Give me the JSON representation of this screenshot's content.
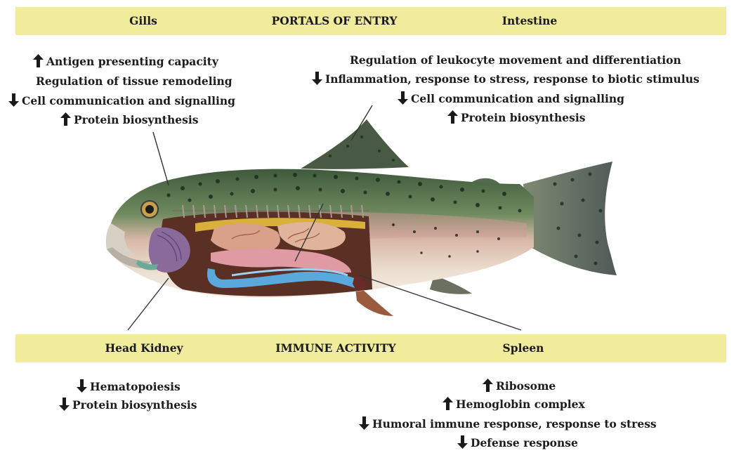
{
  "top_band": {
    "left_label": "Gills",
    "center_label": "PORTALS OF ENTRY",
    "right_label": "Intestine"
  },
  "middle_band": {
    "left_label": "Head Kidney",
    "center_label": "IMMUNE ACTIVITY",
    "right_label": "Spleen"
  },
  "gills_annotations": [
    {
      "text": "Antigen presenting capacity",
      "direction": "up"
    },
    {
      "text": "Regulation of tissue remodeling",
      "direction": "none"
    },
    {
      "text": "Cell communication and signalling",
      "direction": "down"
    },
    {
      "text": "Protein biosynthesis",
      "direction": "up"
    }
  ],
  "intestine_annotations": [
    {
      "text": "Regulation of leukocyte movement and differentiation",
      "direction": "none"
    },
    {
      "text": "Inflammation, response to stress, response to biotic stimulus",
      "direction": "down"
    },
    {
      "text": "Cell communication and signalling",
      "direction": "down"
    },
    {
      "text": "Protein biosynthesis",
      "direction": "up"
    }
  ],
  "head_kidney_annotations": [
    {
      "text": "Hematopoiesis",
      "direction": "down"
    },
    {
      "text": "Protein biosynthesis",
      "direction": "down"
    }
  ],
  "spleen_annotations": [
    {
      "text": "Ribosome",
      "direction": "up"
    },
    {
      "text": "Hemoglobin complex",
      "direction": "up"
    },
    {
      "text": "Humoral immune response, response to stress",
      "direction": "down"
    },
    {
      "text": "Defense response",
      "direction": "down"
    }
  ],
  "colors": {
    "band": "#f1ec9c",
    "fish_back": "#4f6a48",
    "fish_belly": "#e9d9c9",
    "gill": "#8a6a9a",
    "intestine": "#5aa9dc",
    "stomach": "#e0a2a8",
    "liver": "#d9ab8a"
  }
}
